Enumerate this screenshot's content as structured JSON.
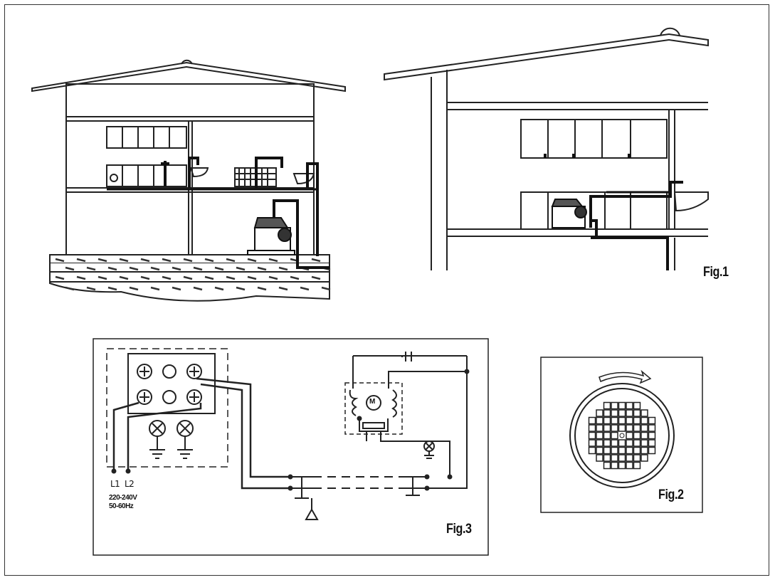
{
  "figures": {
    "fig1": {
      "label": "Fig.1"
    },
    "fig2": {
      "label": "Fig.2"
    },
    "fig3": {
      "label": "Fig.3",
      "terminals": {
        "l1": "L1",
        "l2": "L2"
      },
      "rating": {
        "voltage": "220-240V",
        "frequency": "50-60Hz"
      },
      "motor_symbol": "M"
    }
  },
  "colors": {
    "line": "#222222",
    "background": "#ffffff",
    "hatch": "#444444"
  }
}
